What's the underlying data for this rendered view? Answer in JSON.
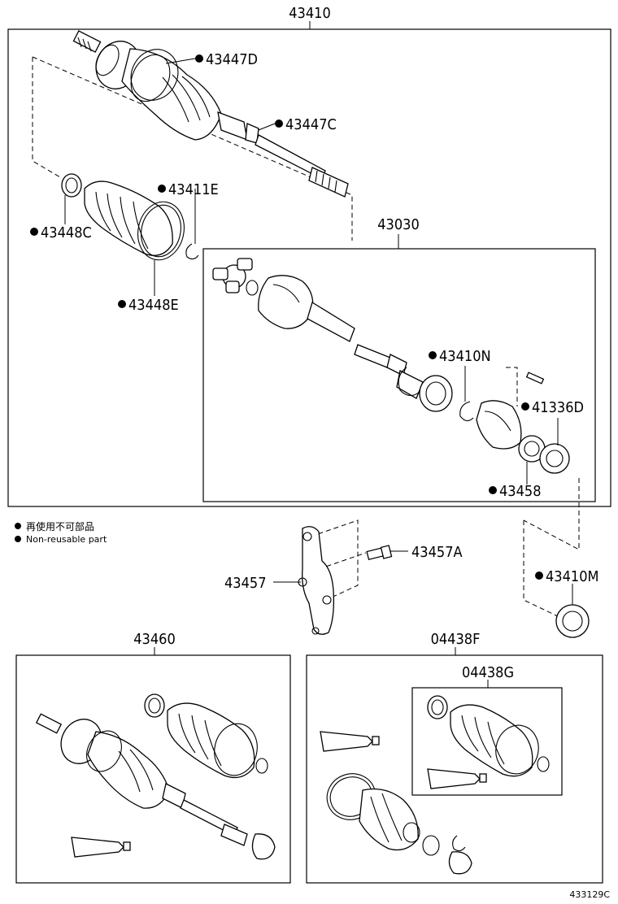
{
  "assembly_labels": {
    "main_assembly": "43410",
    "inner_joint": "43030",
    "outer_shaft": "43460",
    "boot_kit": "04438F",
    "boot_kit_inner": "04438G"
  },
  "part_labels": {
    "p43447D": "43447D",
    "p43447C": "43447C",
    "p43411E": "43411E",
    "p43448C": "43448C",
    "p43448E": "43448E",
    "p43410N": "43410N",
    "p41336D": "41336D",
    "p43458": "43458",
    "p43457A": "43457A",
    "p43457": "43457",
    "p43410M": "43410M"
  },
  "legend": {
    "line_jp": "再使用不可部品",
    "line_en": "Non-reusable part"
  },
  "figure_code": "433129C"
}
